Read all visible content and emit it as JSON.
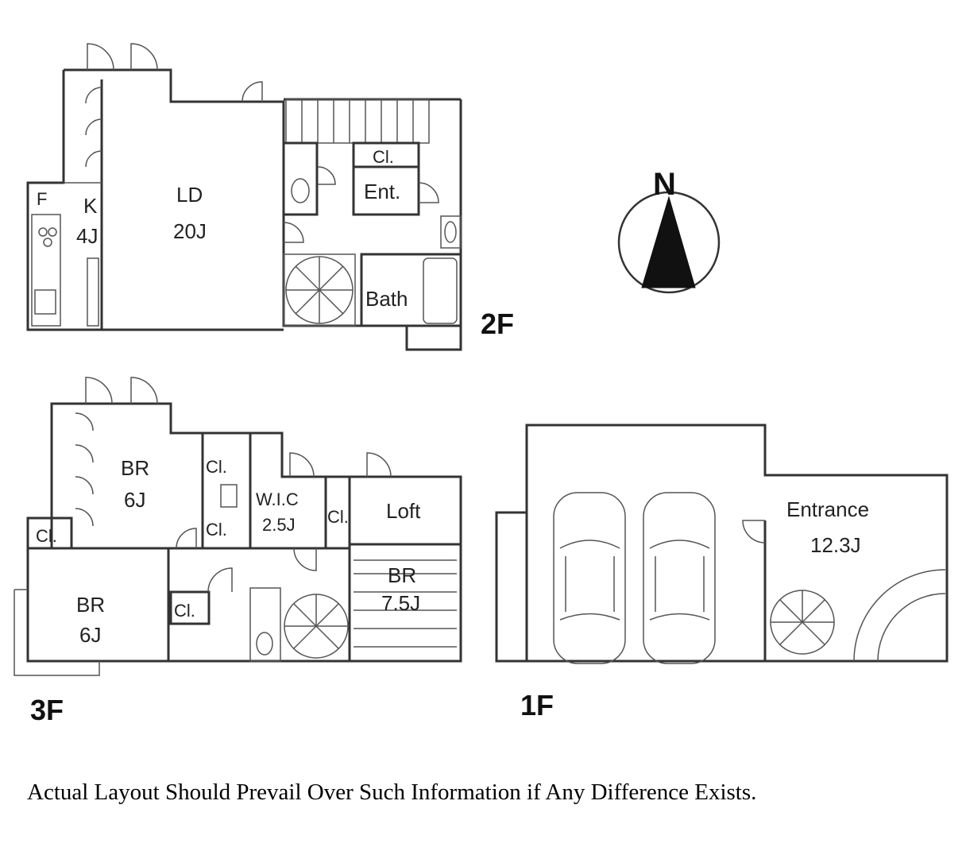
{
  "floor2": {
    "label": "2F",
    "fridge": "F",
    "kitchen": {
      "name": "K",
      "size": "4J"
    },
    "ld": {
      "name": "LD",
      "size": "20J"
    },
    "closet": "Cl.",
    "entrance": "Ent.",
    "bath": "Bath"
  },
  "floor3": {
    "label": "3F",
    "br_north": {
      "name": "BR",
      "size": "6J"
    },
    "br_south": {
      "name": "BR",
      "size": "6J"
    },
    "br_east": {
      "name": "BR",
      "size": "7.5J"
    },
    "closet": "Cl.",
    "wic": {
      "name": "W.I.C",
      "size": "2.5J"
    },
    "loft": "Loft"
  },
  "floor1": {
    "label": "1F",
    "entrance": {
      "name": "Entrance",
      "size": "12.3J"
    }
  },
  "compass": {
    "label": "N"
  },
  "disclaimer": "Actual Layout Should Prevail Over Such Information if Any Difference Exists."
}
